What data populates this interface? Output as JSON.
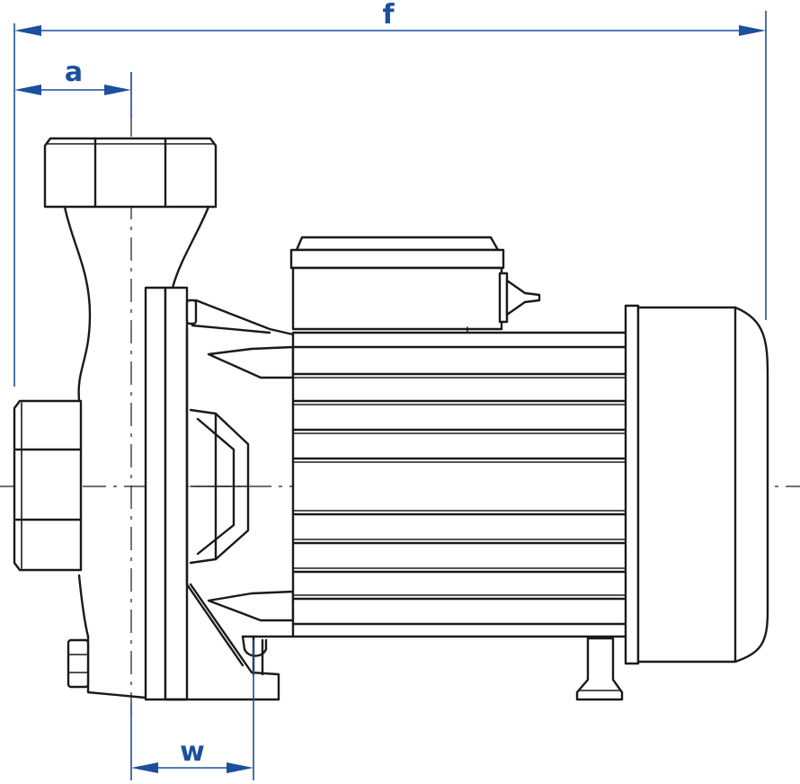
{
  "dimensions": {
    "f": "f",
    "a": "a",
    "w": "w"
  },
  "colors": {
    "dimension": "#1c4f9c",
    "outline": "#1a1a1a"
  }
}
